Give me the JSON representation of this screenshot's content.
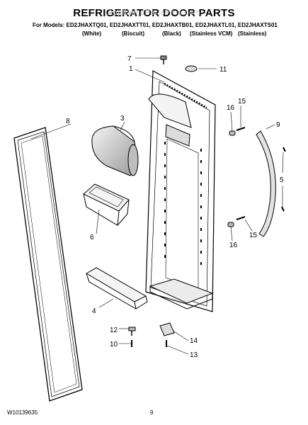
{
  "header": {
    "title": "REFRIGERATOR DOOR PARTS",
    "watermark": "AppliancePartsPros.com",
    "models": "For Models: ED2JHAXTQ01, ED2JHAXTT01, ED2JHAXTB01, ED2JHAXTL01, ED2JHAXTS01",
    "variants": [
      "(White)",
      "(Biscuit)",
      "(Black)",
      "(Stainless VCM)",
      "(Stainless)"
    ]
  },
  "callouts": {
    "c1": "1",
    "c3": "3",
    "c4": "4",
    "c5": "5",
    "c6": "6",
    "c7": "7",
    "c8": "8",
    "c9": "9",
    "c10": "10",
    "c11": "11",
    "c12": "12",
    "c13": "13",
    "c14": "14",
    "c15a": "15",
    "c15b": "15",
    "c16a": "16",
    "c16b": "16"
  },
  "footer": {
    "doc_number": "W10139635",
    "page": "9"
  }
}
